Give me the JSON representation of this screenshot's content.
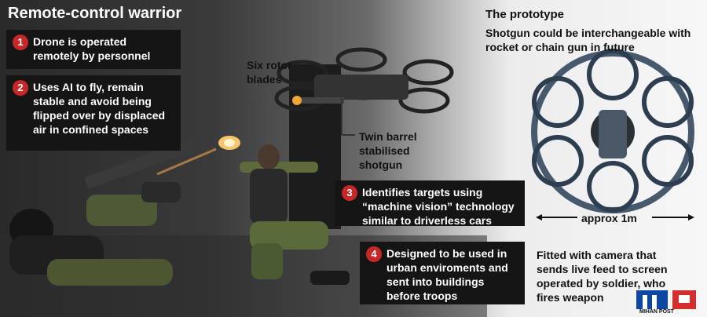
{
  "title": "Remote-control warrior",
  "points": [
    {
      "num": "1",
      "text": "Drone is operated remotely by personnel"
    },
    {
      "num": "2",
      "text": "Uses AI to fly, remain stable and avoid being flipped over by displaced air in confined spaces"
    },
    {
      "num": "3",
      "text": "Identifies targets using “machine vision” technology similar to driverless cars"
    },
    {
      "num": "4",
      "text": "Designed to be used in urban enviroments and sent into buildings before troops"
    }
  ],
  "labels": {
    "rotor": "Six rotor blades",
    "barrel": "Twin barrel stabilised shotgun"
  },
  "prototype": {
    "title": "The prototype",
    "text": "Shotgun could be interchangeable with rocket or chain gun in future",
    "size": "approx 1m",
    "camera": "Fitted with camera that sends live feed to screen operated by soldier, who fires weapon"
  },
  "logo": {
    "text": "MIHAN POST",
    "colors": {
      "blue": "#0d47a1",
      "red": "#d32f2f"
    }
  }
}
